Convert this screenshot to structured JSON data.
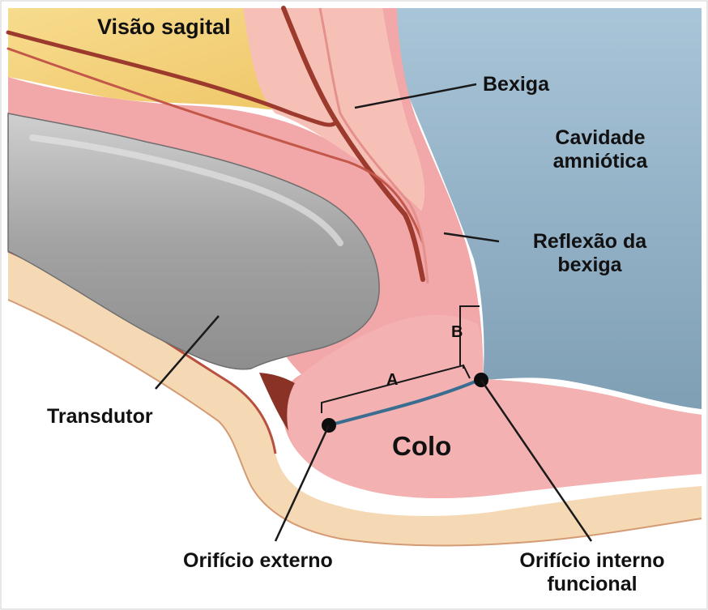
{
  "title": "Visão sagital",
  "labels": {
    "bexiga": "Bexiga",
    "cavidade_line1": "Cavidade",
    "cavidade_line2": "amniótica",
    "reflexao_line1": "Reflexão da",
    "reflexao_line2": "bexiga",
    "transdutor": "Transdutor",
    "colo": "Colo",
    "orificio_externo": "Orifício externo",
    "orificio_interno_line1": "Orifício interno",
    "orificio_interno_line2": "funcional",
    "measure_a": "A",
    "measure_b": "B"
  },
  "colors": {
    "amniotic": "#8fb0c6",
    "fat": "#f2cf79",
    "tissue_pink": "#f2a7a8",
    "tissue_light": "#f6c0b6",
    "transducer": "#a9a9a9",
    "skin": "#f4d9b4",
    "dark_red": "#9c3a2e",
    "canal_blue": "#3b6d90"
  }
}
